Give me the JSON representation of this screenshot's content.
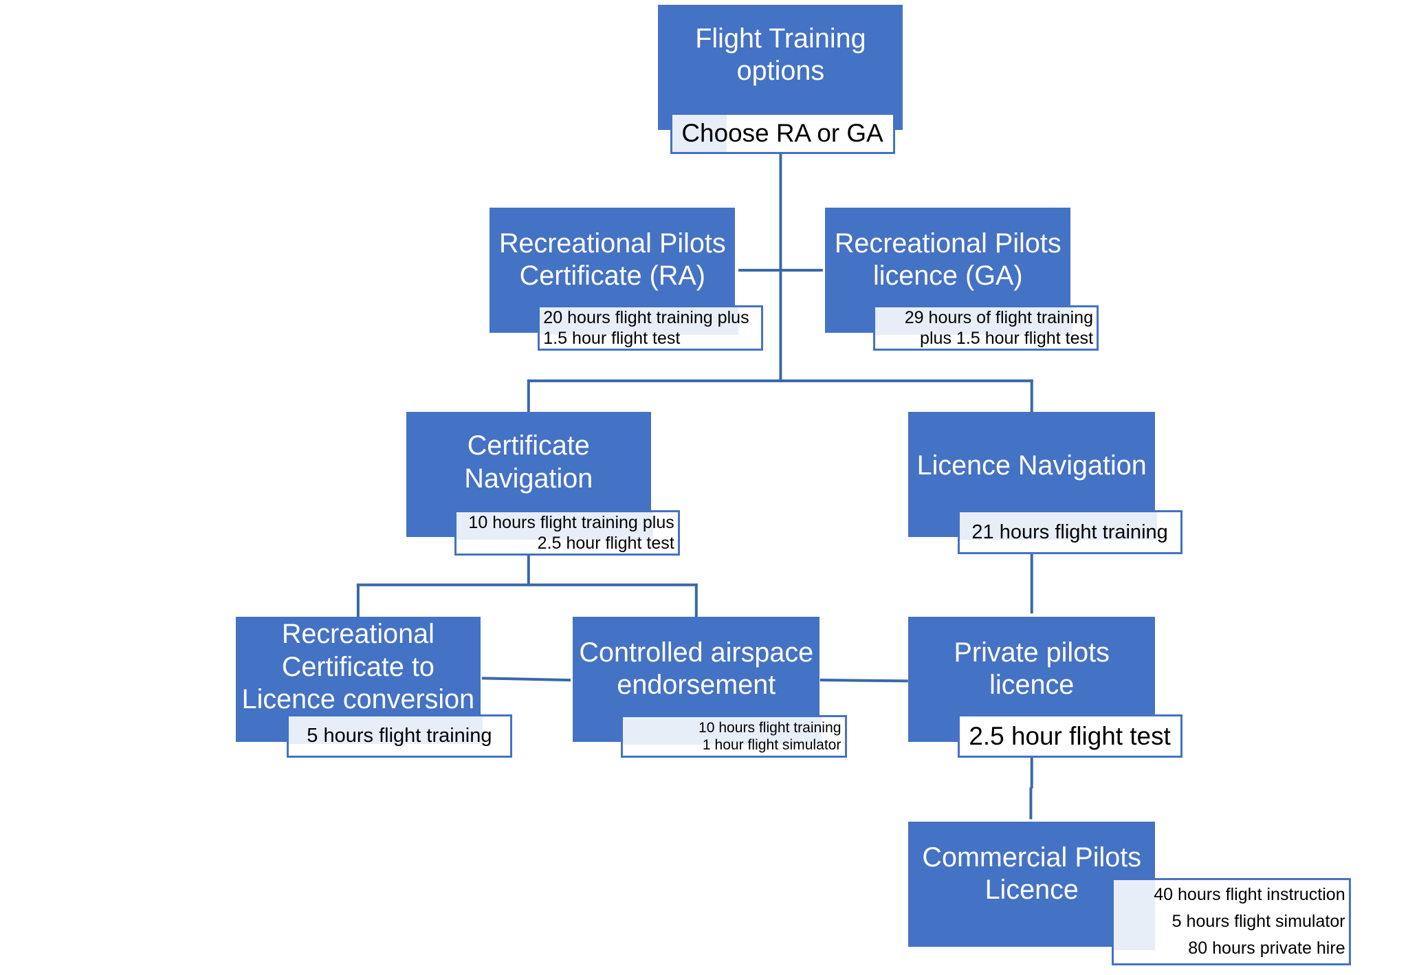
{
  "colors": {
    "box": "#4472c4",
    "line": "#3a68a8",
    "note_border": "#4472c4",
    "note_tint": "#e8eef8"
  },
  "nodes": {
    "root": {
      "title": "Flight Training options",
      "note": [
        "Choose RA or GA"
      ]
    },
    "ra_cert": {
      "title": "Recreational Pilots Certificate (RA)",
      "note": [
        "20 hours flight training plus",
        "1.5 hour flight test"
      ]
    },
    "ga_lic": {
      "title": "Recreational Pilots licence (GA)",
      "note": [
        "29 hours of flight training",
        "plus 1.5 hour flight test"
      ]
    },
    "cert_nav": {
      "title": "Certificate Navigation",
      "note": [
        "10 hours flight training plus",
        "2.5 hour flight test"
      ]
    },
    "lic_nav": {
      "title": "Licence Navigation",
      "note": [
        "21 hours flight training"
      ]
    },
    "conversion": {
      "title": "Recreational Certificate to Licence conversion",
      "note": [
        "5 hours flight training"
      ]
    },
    "airspace": {
      "title": "Controlled airspace endorsement",
      "note": [
        "10 hours flight training",
        "1 hour flight simulator"
      ]
    },
    "ppl": {
      "title": "Private pilots licence",
      "note": [
        "2.5 hour flight test"
      ]
    },
    "cpl": {
      "title": "Commercial Pilots Licence",
      "note": [
        "40 hours flight instruction",
        "5 hours flight simulator",
        "80 hours private hire"
      ]
    }
  }
}
